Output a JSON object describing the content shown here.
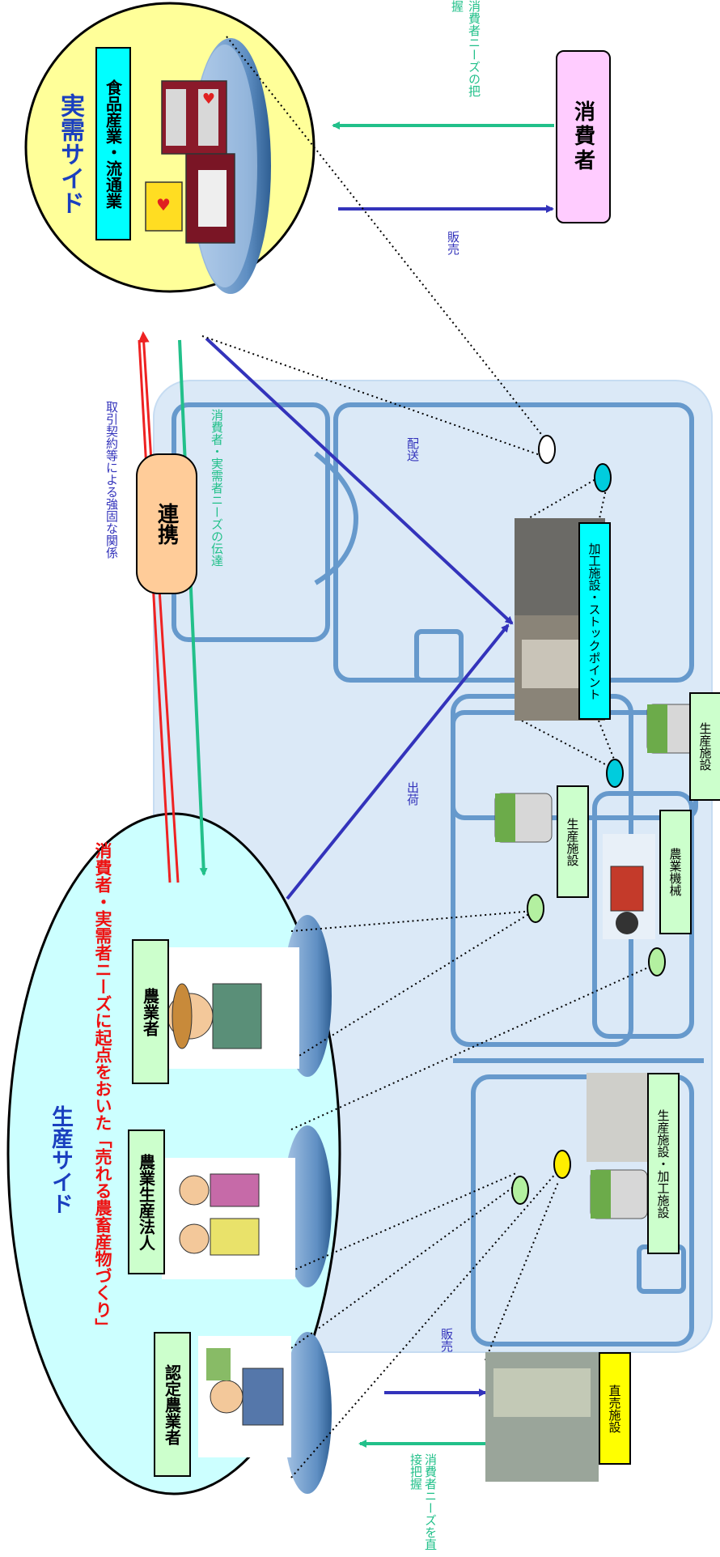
{
  "colors": {
    "demand_circle": "#ffff99",
    "supply_ellipse": "#ccffff",
    "road_band": "#dbe9f7",
    "road_line": "#6699cc",
    "blue_arrow": "#3333bb",
    "green_arrow": "#22c08a",
    "red_arrow": "#ee2222",
    "label_green": "#ccffcc",
    "label_cyan": "#00ffff",
    "label_yellow": "#ffff00",
    "consumer_pink": "#ffccff",
    "renkei_orange": "#ffcc99"
  },
  "demand_side": {
    "title": "実需サイド",
    "industry_label": "食品産業・流通業"
  },
  "consumer": {
    "label": "消費者"
  },
  "supply_side": {
    "title": "生産サイド",
    "slogan": "消費者・実需者ニーズに起点をおいた「売れる農畜産物づくり」",
    "actors": [
      "農業者",
      "農業生産法人",
      "認定農業者"
    ]
  },
  "arrows": {
    "consumer_needs_grasp": "消費者ニーズの把握",
    "sales_top": "販売",
    "contract": "取引契約等による強固な関係",
    "renkei": "連携",
    "needs_transmit": "消費者・実需者ニーズの伝達",
    "delivery": "配送",
    "shipping": "出荷",
    "sales_bottom": "販売",
    "direct_needs": "消費者ニーズを直接把握"
  },
  "facilities": {
    "processing_stock": "加工施設・ストックポイント",
    "production_1": "生産施設",
    "production_2": "生産施設",
    "machinery": "農業機械",
    "production_processing": "生産施設・加工施設",
    "direct_sales": "直売施設"
  }
}
